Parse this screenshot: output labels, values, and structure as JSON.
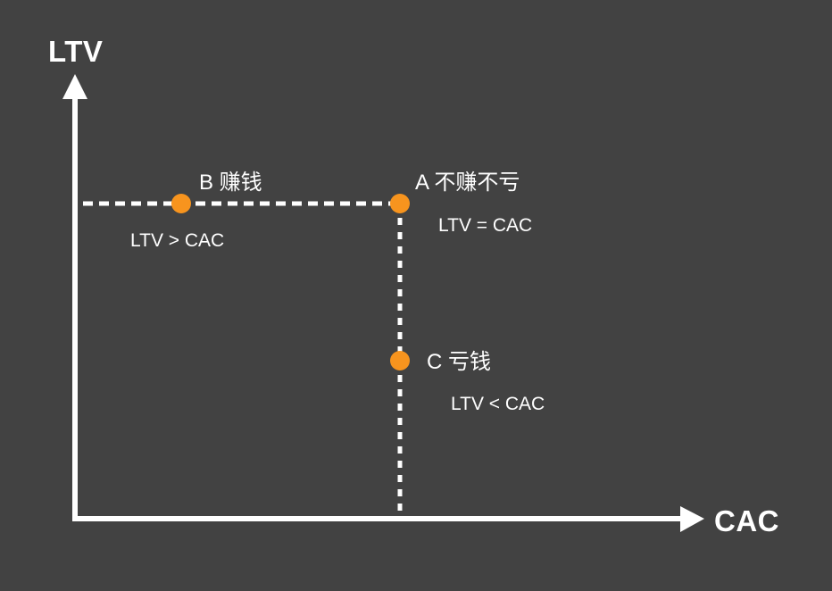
{
  "diagram": {
    "y_axis_label": "LTV",
    "x_axis_label": "CAC",
    "points": [
      {
        "id": "A",
        "label": "A 不赚不亏",
        "sublabel": "LTV = CAC"
      },
      {
        "id": "B",
        "label": "B 赚钱",
        "sublabel": "LTV > CAC"
      },
      {
        "id": "C",
        "label": "C 亏钱",
        "sublabel": "LTV < CAC"
      }
    ],
    "colors": {
      "background": "#424242",
      "axis": "#FFFFFF",
      "dashed_line": "#FFFFFF",
      "dot": "#F7941E",
      "text": "#FFFFFF"
    }
  }
}
